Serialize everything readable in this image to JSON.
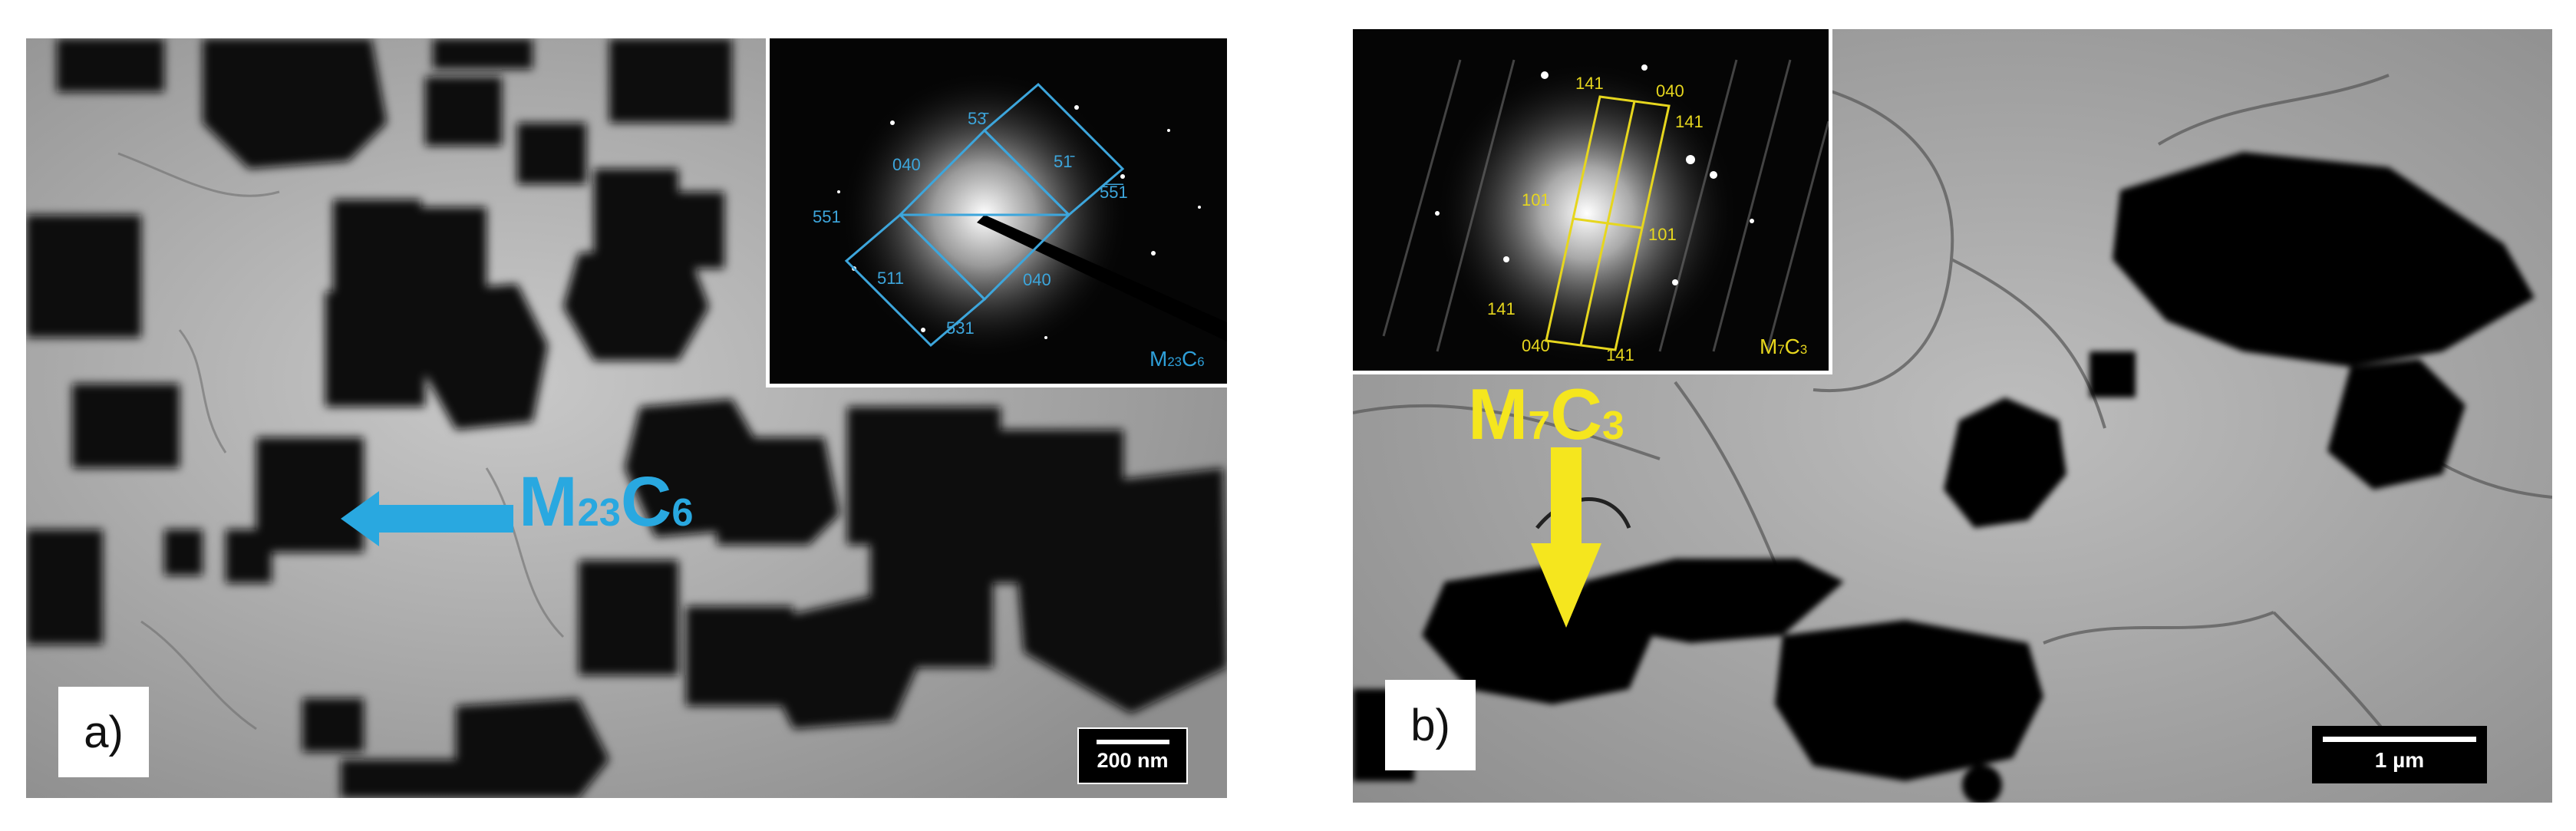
{
  "panel_a": {
    "label": "a)",
    "phase_label": {
      "main": "M",
      "sub1": "23",
      "mid": "C",
      "sub2": "6"
    },
    "scalebar": "200 nm",
    "inset_label": {
      "main": "M",
      "sub1": "23",
      "mid": "C",
      "sub2": "6"
    },
    "arrow_color": "#29a8e0",
    "diffraction_indices": [
      "53̄̄",
      "040",
      "51̄̄",
      "551",
      "5̅5̅̅1",
      "511",
      "040",
      "531"
    ]
  },
  "panel_b": {
    "label": "b)",
    "phase_label": {
      "main": "M",
      "sub1": "7",
      "mid": "C",
      "sub2": "3"
    },
    "scalebar": "1 µm",
    "inset_label": {
      "main": "M",
      "sub1": "7",
      "mid": "C",
      "sub2": "3"
    },
    "arrow_color": "#f5e61e",
    "diffraction_indices": [
      "141",
      "040",
      "141",
      "101",
      "101",
      "141",
      "040",
      "141"
    ]
  }
}
